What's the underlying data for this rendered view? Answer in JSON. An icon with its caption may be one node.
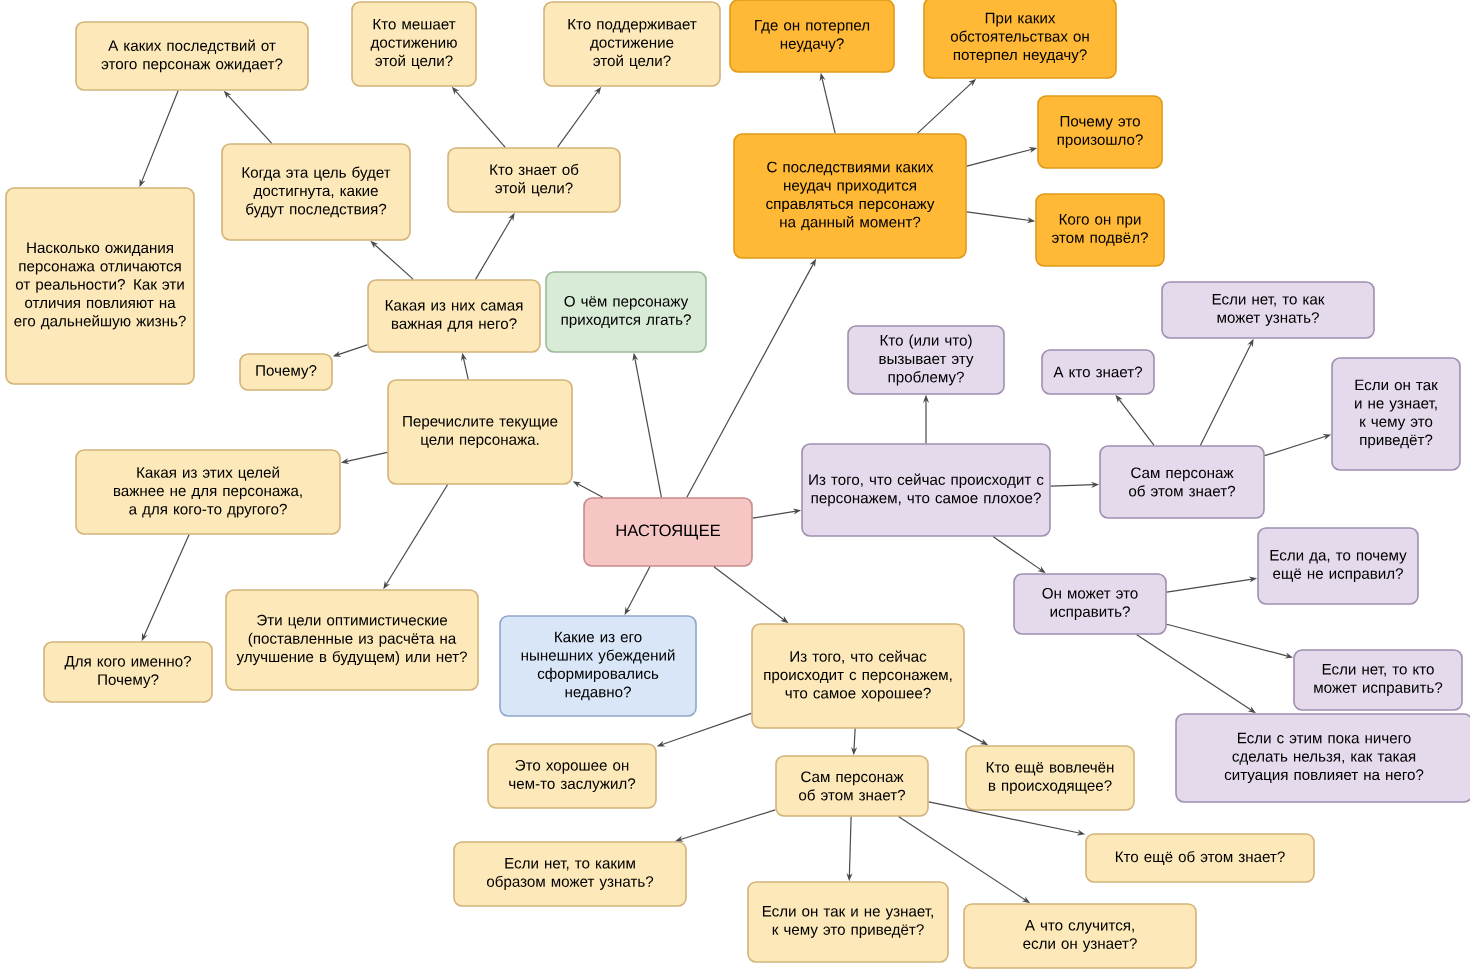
{
  "diagram": {
    "nodes": [
      {
        "text": [
          "НАСТОЯЩЕЕ"
        ]
      },
      {
        "text": [
          "Перечислите текущие цели персонажа."
        ]
      },
      {
        "text": [
          "Какая из них самая важная для него?"
        ]
      },
      {
        "text": [
          "Почему?"
        ]
      },
      {
        "text": [
          "Когда эта цель будет достигнута, какие будут последствия?"
        ]
      },
      {
        "text": [
          "Кто знает об этой цели?"
        ]
      },
      {
        "text": [
          "А каких последствий от этого персонаж ожидает?"
        ]
      },
      {
        "text": [
          "Насколько ожидания персонажа отличаются от реальности? Как эти отличия повлияют на его дальнейшую жизнь?"
        ]
      },
      {
        "text": [
          "Кто мешает достижению этой цели?"
        ]
      },
      {
        "text": [
          "Кто поддерживает достижение этой цели?"
        ]
      },
      {
        "text": [
          "Какая из этих целей важнее не для персонажа, а для кого-то другого?"
        ]
      },
      {
        "text": [
          "Для кого именно? Почему?"
        ]
      },
      {
        "text": [
          "Эти цели оптимистические (поставленные из расчёта на улучшение в будущем) или нет?"
        ]
      },
      {
        "text": [
          "О чём персонажу приходится лгать?"
        ]
      },
      {
        "text": [
          "С последствиями каких неудач приходится справляться персонажу на данный момент?"
        ]
      },
      {
        "text": [
          "Где он потерпел неудачу?"
        ]
      },
      {
        "text": [
          "При каких обстоятельствах он потерпел неудачу?"
        ]
      },
      {
        "text": [
          "Почему это произошло?"
        ]
      },
      {
        "text": [
          "Кого он при этом подвёл?"
        ]
      },
      {
        "text": [
          "Из того, что сейчас происходит с персонажем, что самое плохое?"
        ]
      },
      {
        "text": [
          "Кто (или что) вызывает эту проблему?"
        ]
      },
      {
        "text": [
          "Сам персонаж об этом знает?"
        ]
      },
      {
        "text": [
          "А кто знает?"
        ]
      },
      {
        "text": [
          "Если нет, то как может узнать?"
        ]
      },
      {
        "text": [
          "Если он так и не узнает, к чему это приведёт?"
        ]
      },
      {
        "text": [
          "Он может это исправить?"
        ]
      },
      {
        "text": [
          "Если да, то почему ещё не исправил?"
        ]
      },
      {
        "text": [
          "Если нет, то кто может исправить?"
        ]
      },
      {
        "text": [
          "Если с этим пока ничего сделать нельзя, как такая ситуация повлияет на него?"
        ]
      },
      {
        "text": [
          "Какие из его нынешних убеждений сформировались недавно?"
        ]
      },
      {
        "text": [
          "Из того, что сейчас происходит с персонажем, что самое хорошее?"
        ]
      },
      {
        "text": [
          "Это хорошее он чем-то заслужил?"
        ]
      },
      {
        "text": [
          "Сам персонаж об этом знает?"
        ]
      },
      {
        "text": [
          "Кто ещё вовлечён в происходящее?"
        ]
      },
      {
        "text": [
          "Если нет, то каким образом может узнать?"
        ]
      },
      {
        "text": [
          "Если он так и не узнает, к чему это приведёт?"
        ]
      },
      {
        "text": [
          "Кто ещё об этом знает?"
        ]
      },
      {
        "text": [
          "А что случится, если он узнает?"
        ]
      }
    ],
    "edges": [
      {
        "from": 0,
        "to": 1,
        "arrow": "to"
      },
      {
        "from": 1,
        "to": 2,
        "arrow": "to"
      },
      {
        "from": 2,
        "to": 3,
        "arrow": "to"
      },
      {
        "from": 2,
        "to": 4,
        "arrow": "to"
      },
      {
        "from": 2,
        "to": 5,
        "arrow": "to"
      },
      {
        "from": 4,
        "to": 6,
        "arrow": "to"
      },
      {
        "from": 6,
        "to": 7,
        "arrow": "to"
      },
      {
        "from": 5,
        "to": 8,
        "arrow": "to"
      },
      {
        "from": 5,
        "to": 9,
        "arrow": "to"
      },
      {
        "from": 1,
        "to": 10,
        "arrow": "to"
      },
      {
        "from": 10,
        "to": 11,
        "arrow": "to"
      },
      {
        "from": 1,
        "to": 12,
        "arrow": "to"
      },
      {
        "from": 0,
        "to": 13,
        "arrow": "to"
      },
      {
        "from": 0,
        "to": 14,
        "arrow": "to"
      },
      {
        "from": 14,
        "to": 15,
        "arrow": "to"
      },
      {
        "from": 14,
        "to": 16,
        "arrow": "to"
      },
      {
        "from": 14,
        "to": 17,
        "arrow": "to"
      },
      {
        "from": 14,
        "to": 18,
        "arrow": "to"
      },
      {
        "from": 0,
        "to": 19,
        "arrow": "to"
      },
      {
        "from": 19,
        "to": 20,
        "arrow": "to"
      },
      {
        "from": 19,
        "to": 21,
        "arrow": "to"
      },
      {
        "from": 21,
        "to": 22,
        "arrow": "to"
      },
      {
        "from": 21,
        "to": 23,
        "arrow": "to"
      },
      {
        "from": 21,
        "to": 24,
        "arrow": "to"
      },
      {
        "from": 19,
        "to": 25,
        "arrow": "to"
      },
      {
        "from": 25,
        "to": 26,
        "arrow": "to"
      },
      {
        "from": 25,
        "to": 27,
        "arrow": "to"
      },
      {
        "from": 25,
        "to": 28,
        "arrow": "to"
      },
      {
        "from": 0,
        "to": 29,
        "arrow": "to"
      },
      {
        "from": 0,
        "to": 30,
        "arrow": "to"
      },
      {
        "from": 30,
        "to": 31,
        "arrow": "to"
      },
      {
        "from": 30,
        "to": 32,
        "arrow": "to"
      },
      {
        "from": 30,
        "to": 33,
        "arrow": "to"
      },
      {
        "from": 32,
        "to": 34,
        "arrow": "to"
      },
      {
        "from": 32,
        "to": 35,
        "arrow": "to"
      },
      {
        "from": 32,
        "to": 36,
        "arrow": "to"
      },
      {
        "from": 32,
        "to": 37,
        "arrow": "to"
      }
    ]
  }
}
